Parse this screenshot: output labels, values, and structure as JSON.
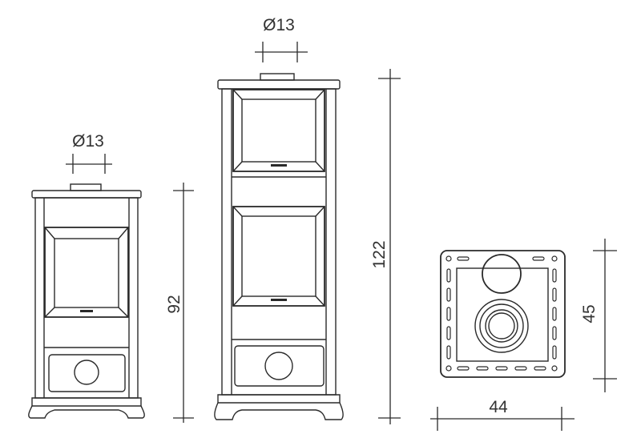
{
  "small_stove": {
    "flue_label": "Ø13",
    "height_label": "92"
  },
  "tall_stove": {
    "flue_label": "Ø13",
    "height_label": "122"
  },
  "top_view": {
    "depth_label": "45",
    "width_label": "44"
  }
}
